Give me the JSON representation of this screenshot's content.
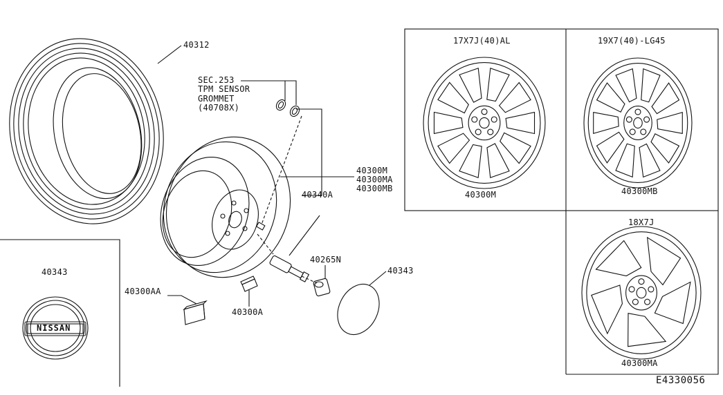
{
  "callouts": {
    "tire": "40312",
    "sec": "SEC.253",
    "tpm": "TPM SENSOR",
    "grommet": "GROMMET",
    "grommet_code": "(40708X)",
    "wheel_m": "40300M",
    "wheel_ma": "40300MA",
    "wheel_mb": "40300MB",
    "valve": "40340A",
    "nut": "40265N",
    "cap": "40343",
    "weight_aa": "40300AA",
    "weight_a": "40300A"
  },
  "emblem_box": {
    "part": "40343",
    "logo_text": "NISSAN"
  },
  "wheel_variants": [
    {
      "size": "17X7J(40)AL",
      "part": "40300M"
    },
    {
      "size": "19X7(40)-LG45",
      "part": "40300MB"
    },
    {
      "size": "18X7J",
      "part": "40300MA"
    }
  ],
  "diagram_code": "E4330056"
}
